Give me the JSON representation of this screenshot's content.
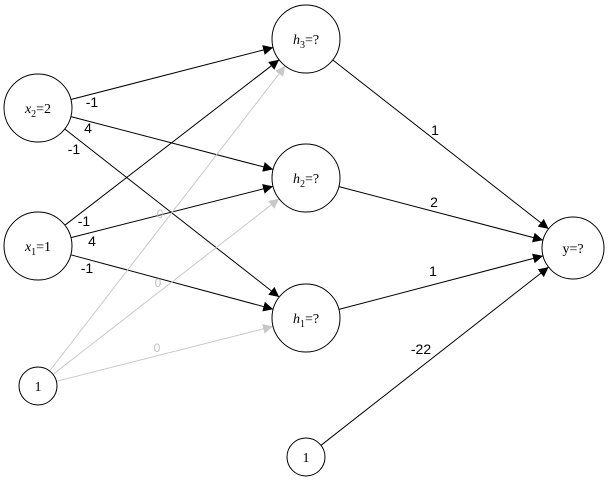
{
  "colors": {
    "edge": "#000000",
    "faint_edge": "#c8c8c8",
    "faint_label": "#c0c0c0",
    "node_stroke": "#000000",
    "node_fill": "#ffffff"
  },
  "nodes": {
    "x2": {
      "var": "x",
      "sub": "2",
      "suffix": "=2",
      "italic": true
    },
    "x1": {
      "var": "x",
      "sub": "1",
      "suffix": "=1",
      "italic": true
    },
    "b1": {
      "text": "1"
    },
    "h3": {
      "var": "h",
      "sub": "3",
      "suffix": "=?",
      "italic": true
    },
    "h2": {
      "var": "h",
      "sub": "2",
      "suffix": "=?",
      "italic": true
    },
    "h1": {
      "var": "h",
      "sub": "1",
      "suffix": "=?",
      "italic": true
    },
    "b2": {
      "text": "1"
    },
    "y": {
      "text": "y=?"
    }
  },
  "edges": [
    {
      "from": "x2",
      "to": "h3",
      "label": "-1",
      "faint": false
    },
    {
      "from": "x2",
      "to": "h2",
      "label": "4",
      "faint": false
    },
    {
      "from": "x2",
      "to": "h1",
      "label": "-1",
      "faint": false
    },
    {
      "from": "x1",
      "to": "h3",
      "label": "-1",
      "faint": false
    },
    {
      "from": "x1",
      "to": "h2",
      "label": "4",
      "faint": false
    },
    {
      "from": "x1",
      "to": "h1",
      "label": "-1",
      "faint": false
    },
    {
      "from": "b1",
      "to": "h3",
      "label": "0",
      "faint": true
    },
    {
      "from": "b1",
      "to": "h2",
      "label": "0",
      "faint": true
    },
    {
      "from": "b1",
      "to": "h1",
      "label": "0",
      "faint": true
    },
    {
      "from": "h3",
      "to": "y",
      "label": "1",
      "faint": false
    },
    {
      "from": "h2",
      "to": "y",
      "label": "2",
      "faint": false
    },
    {
      "from": "h1",
      "to": "y",
      "label": "1",
      "faint": false
    },
    {
      "from": "b2",
      "to": "y",
      "label": "-22",
      "faint": false
    }
  ]
}
